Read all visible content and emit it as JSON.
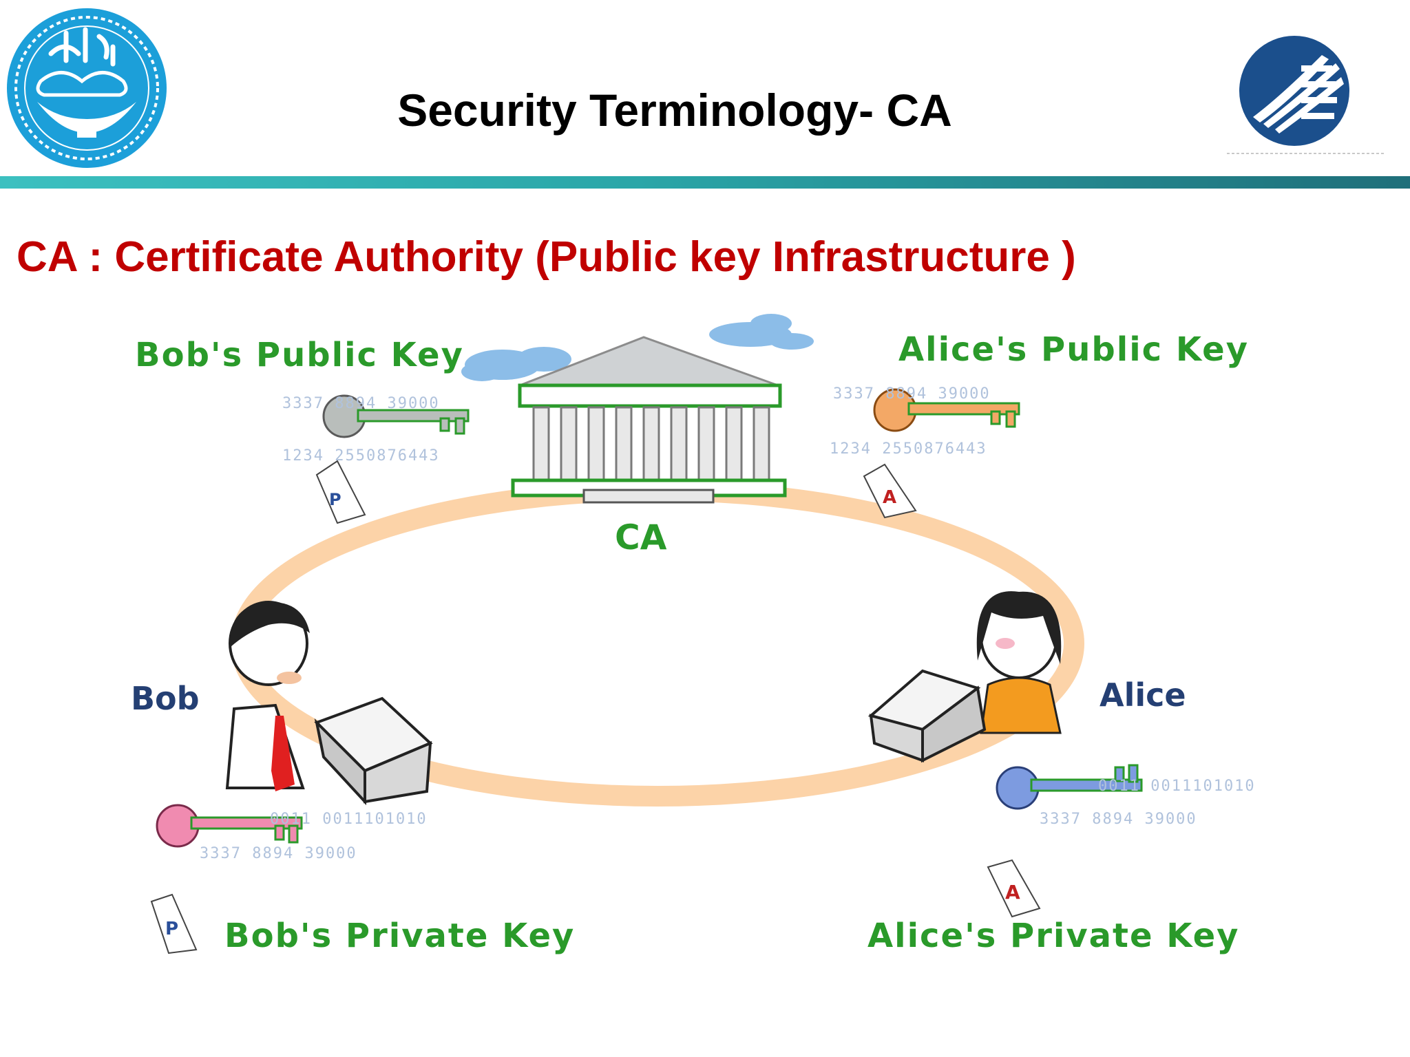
{
  "header": {
    "title": "Security Terminology- CA"
  },
  "subtitle": "CA : Certificate Authority (Public key Infrastructure )",
  "diagram": {
    "ca_label": "CA",
    "bob_label": "Bob",
    "alice_label": "Alice",
    "bob_public_key": "Bob's Public Key",
    "alice_public_key": "Alice's Public Key",
    "bob_private_key": "Bob's Private Key",
    "alice_private_key": "Alice's Private Key",
    "tag_p": "P",
    "tag_a": "A",
    "digits": {
      "bob_pub": [
        "3337 8894 39000",
        "1234 2550876443"
      ],
      "alice_pub": [
        "3337 8894 39000",
        "1234 2550876443"
      ],
      "bob_priv": [
        "0011 0011101010",
        "3337 8894 39000"
      ],
      "alice_priv": [
        "0011 0011101010",
        "3337 8894 39000"
      ]
    }
  }
}
